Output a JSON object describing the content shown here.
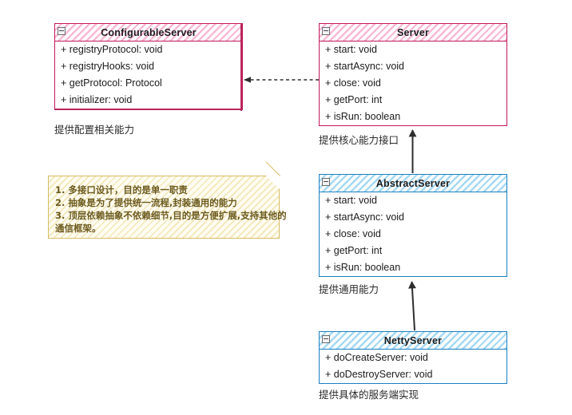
{
  "diagram": {
    "type": "uml-class-diagram",
    "background": "#ffffff",
    "colors": {
      "pink_border": "#c2185b",
      "pink_hatch": "#f9b9d4",
      "blue_border": "#1a7fc1",
      "blue_hatch": "#a5d9f3",
      "note_border": "#d6bb63",
      "note_fill": "#fdf8e6",
      "note_text": "#6b5a1e",
      "arrow": "#333333",
      "caption_text": "#2b2b2b"
    }
  },
  "classes": [
    {
      "id": "configurable-server",
      "name": "ConfigurableServer",
      "theme": "pink",
      "minimize_icon": "minimize-icon",
      "members": [
        "+ registryProtocol: void",
        "+ registryHooks: void",
        "+ getProtocol: Protocol",
        "+ initializer: void"
      ],
      "caption": "提供配置相关能力"
    },
    {
      "id": "server",
      "name": "Server",
      "theme": "pink",
      "minimize_icon": "minimize-icon",
      "members": [
        "+ start: void",
        "+ startAsync: void",
        "+ close: void",
        "+ getPort: int",
        "+ isRun: boolean"
      ],
      "caption": "提供核心能力接口"
    },
    {
      "id": "abstract-server",
      "name": "AbstractServer",
      "theme": "blue",
      "minimize_icon": "minimize-icon",
      "members": [
        "+ start: void",
        "+ startAsync: void",
        "+ close: void",
        "+ getPort: int",
        "+ isRun: boolean"
      ],
      "caption": "提供通用能力"
    },
    {
      "id": "netty-server",
      "name": "NettyServer",
      "theme": "blue",
      "minimize_icon": "minimize-icon",
      "members": [
        "+ doCreateServer: void",
        "+ doDestroyServer: void"
      ],
      "caption": "提供具体的服务端实现"
    }
  ],
  "note": {
    "id": "design-note",
    "lines": [
      "1. 多接口设计，目的是单一职责",
      "2. 抽象是为了提供统一流程,封装通用的能力",
      "3. 顶层依赖抽象不依赖细节,目的是方便扩展,支持其他的",
      "通信框架。"
    ]
  },
  "relations": [
    {
      "id": "server-depends-configurableserver",
      "style": "dashed",
      "arrowhead": "filled-triangle",
      "from": "Server",
      "to": "ConfigurableServer"
    },
    {
      "id": "abstractserver-realizes-server",
      "style": "solid",
      "arrowhead": "triangle",
      "from": "AbstractServer",
      "to": "Server"
    },
    {
      "id": "nettyserver-extends-abstractserver",
      "style": "solid",
      "arrowhead": "triangle",
      "from": "NettyServer",
      "to": "AbstractServer"
    }
  ]
}
